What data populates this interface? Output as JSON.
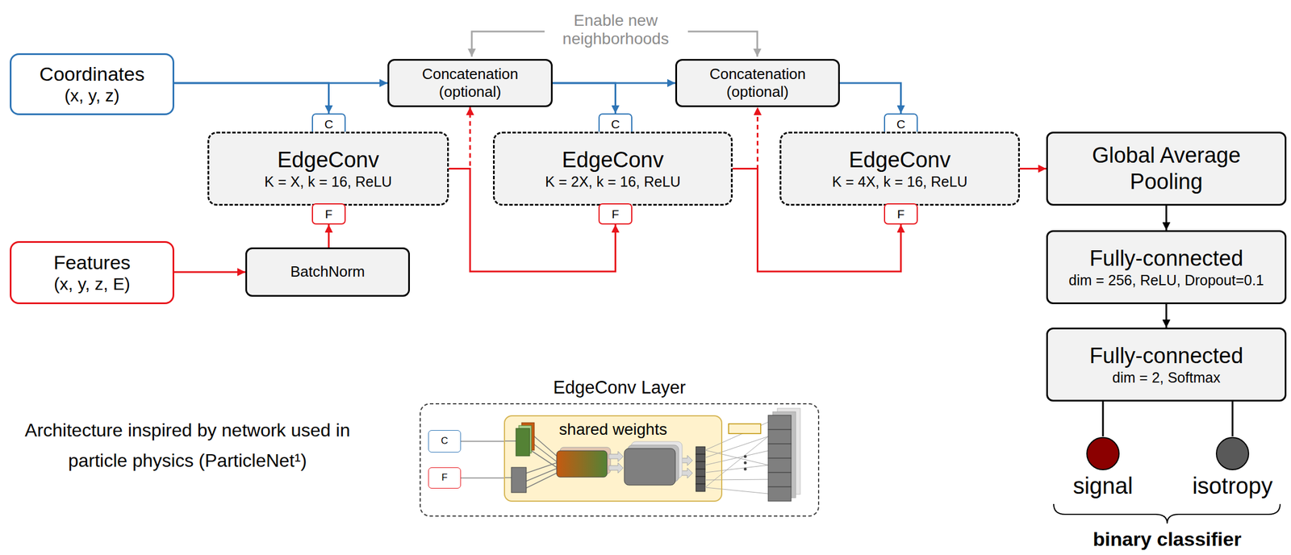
{
  "diagram": {
    "nodes": [
      {
        "text": [
          "Coordinates",
          "(x, y, z)"
        ]
      },
      {
        "text": [
          "Concatenation (optional)"
        ]
      },
      {
        "text": [
          "Concatenation (optional)"
        ]
      },
      {
        "text": [
          "C"
        ]
      },
      {
        "text": [
          "EdgeConv",
          "K = X, k = 16, ReLU"
        ]
      },
      {
        "text": [
          "F"
        ]
      },
      {
        "text": [
          "Features",
          "(x, y, z, E)"
        ]
      },
      {
        "text": [
          "BatchNorm"
        ]
      },
      {
        "text": [
          "C"
        ]
      },
      {
        "text": [
          "EdgeConv",
          "K = 2X, k = 16, ReLU"
        ]
      },
      {
        "text": [
          "F"
        ]
      },
      {
        "text": [
          "C"
        ]
      },
      {
        "text": [
          "EdgeConv",
          "K = 4X, k = 16, ReLU"
        ]
      },
      {
        "text": [
          "F"
        ]
      },
      {
        "text": [
          "Global Average Pooling"
        ]
      },
      {
        "text": [
          "Fully-connected",
          "dim = 256, ReLU, Dropout=0.1"
        ]
      },
      {
        "text": [
          "Fully-connected",
          "dim = 2, Softmax"
        ]
      },
      {
        "text": [
          "EdgeConv Layer"
        ]
      },
      {
        "text": [
          "C"
        ],
        "in": 17
      },
      {
        "text": [
          "F"
        ],
        "in": 17
      },
      {
        "text": [
          "shared weights"
        ],
        "in": 17
      },
      {
        "text": [
          "signal"
        ]
      },
      {
        "text": [
          "isotropy"
        ]
      }
    ],
    "edges": [
      {
        "from": 0,
        "to": 1,
        "arrow": "to"
      },
      {
        "from": 0,
        "to": 3,
        "arrow": "to"
      },
      {
        "from": 1,
        "to": 2,
        "arrow": "to"
      },
      {
        "from": 1,
        "to": 8,
        "arrow": "to"
      },
      {
        "from": 2,
        "to": 11,
        "arrow": "to"
      },
      {
        "from": 6,
        "to": 7,
        "arrow": "to"
      },
      {
        "from": 7,
        "to": 5,
        "arrow": "to"
      },
      {
        "from": 4,
        "to": 1,
        "arrow": "to"
      },
      {
        "from": 4,
        "to": 10,
        "arrow": "to"
      },
      {
        "from": 9,
        "to": 2,
        "arrow": "to"
      },
      {
        "from": 9,
        "to": 13,
        "arrow": "to"
      },
      {
        "from": 12,
        "to": 14,
        "arrow": "to"
      },
      {
        "from": 14,
        "to": 15,
        "arrow": "to"
      },
      {
        "from": 15,
        "to": 16,
        "arrow": "to"
      },
      {
        "from": 16,
        "to": 21,
        "arrow": "none"
      },
      {
        "from": 16,
        "to": 22,
        "arrow": "none"
      },
      {
        "from": 18,
        "to": 20,
        "arrow": "none"
      },
      {
        "from": 19,
        "to": 20,
        "arrow": "none"
      }
    ],
    "labels": [
      "Enable new neighborhoods",
      "Architecture inspired by network used in particle physics (ParticleNet¹)",
      "binary classifier"
    ]
  }
}
